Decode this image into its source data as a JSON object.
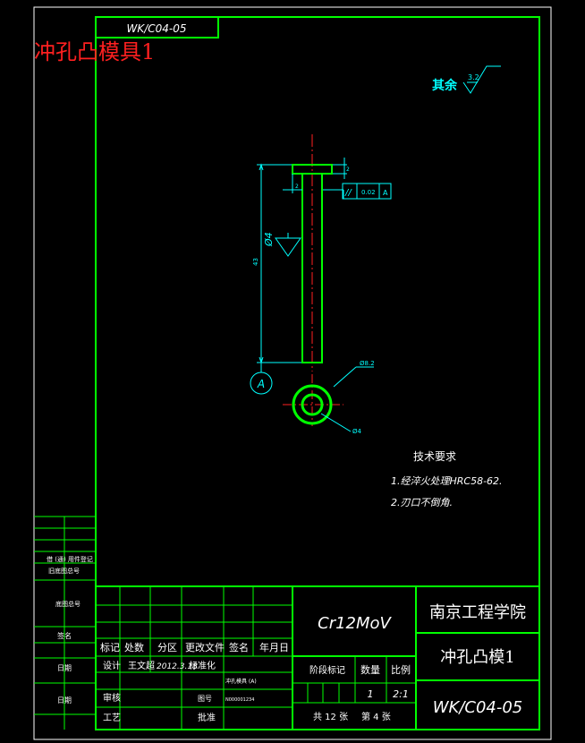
{
  "drawing_number": "WK/C04-05",
  "part_name": "冲孔凸模具1",
  "surface_roughness": {
    "label": "其余",
    "value": "3.2"
  },
  "geometric_tolerance": {
    "symbol": "//",
    "value": "0.02",
    "datum": "A"
  },
  "dimensions": {
    "head_height": "2",
    "head_step": "2",
    "overall_length": "43",
    "shank_dia": "Ø4",
    "head_dia": "Ø8.2",
    "inner_dia": "Ø4"
  },
  "datum_label": "A",
  "tech_requirements": {
    "title": "技术要求",
    "items": [
      "1.经淬火处理HRC58-62.",
      "2.刃口不倒角."
    ]
  },
  "left_strip": [
    "借 (通) 用件登记",
    "旧底图总号",
    "底图总号",
    "签名",
    "日期",
    "日期"
  ],
  "title_block": {
    "material": "Cr12MoV",
    "school": "南京工程学院",
    "name": "冲孔凸模1",
    "code": "WK/C04-05",
    "rev_headers": [
      "标记",
      "处数",
      "分区",
      "更改文件",
      "签名",
      "年月日"
    ],
    "designer_label": "设计",
    "designer": "王文超",
    "design_date": "2012.3.18",
    "standardize": "标准化",
    "check_label": "审核",
    "process_label": "工艺",
    "approve_label": "批准",
    "mold_name": "冲孔模具 (A)",
    "qty_label": "数量",
    "stage_label": "阶段标记",
    "scale_label": "比例",
    "qty": "1",
    "scale": "2:1",
    "sheets": "共 12 张",
    "sheet": "第 4 张",
    "sheet_num_label": "图号",
    "sheet_num": "N000001234"
  }
}
